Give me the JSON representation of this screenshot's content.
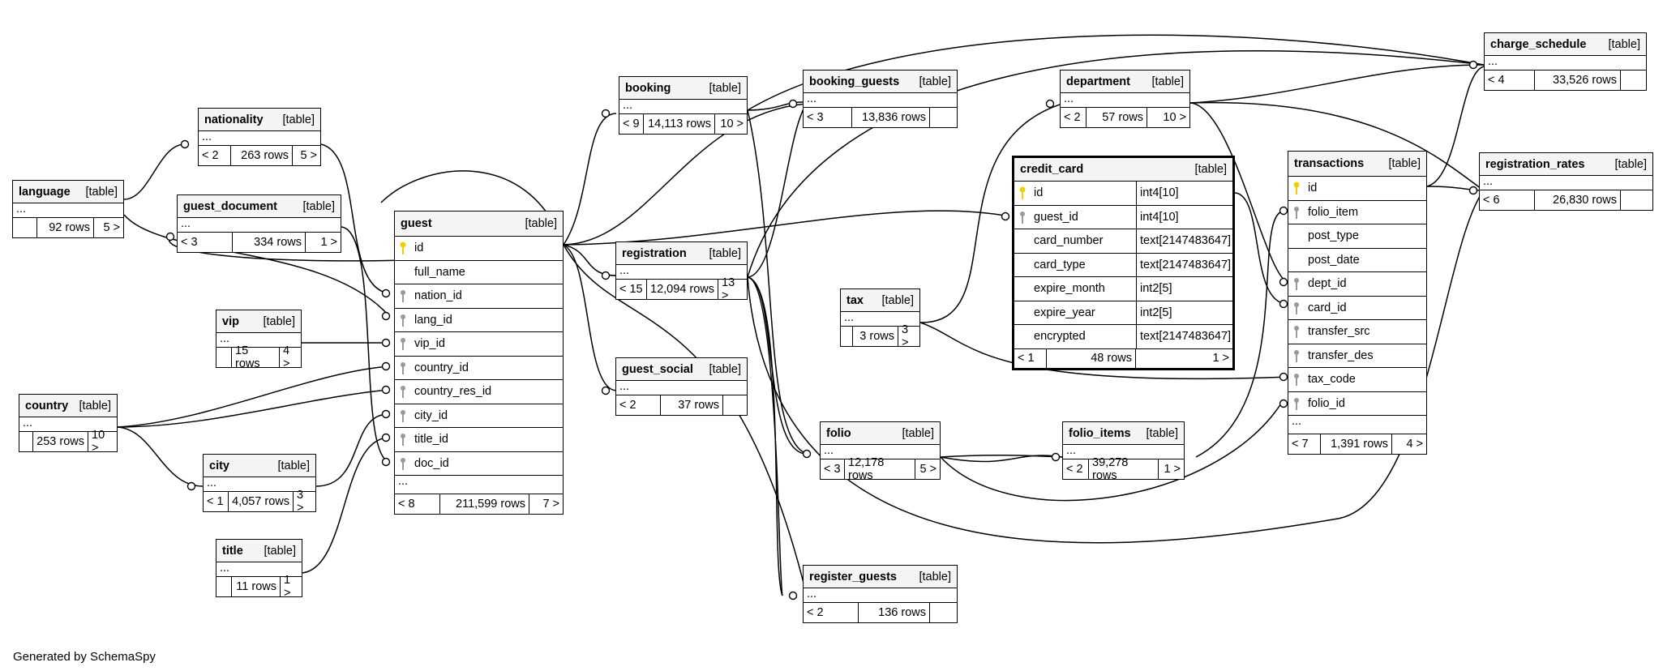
{
  "footer": "Generated by SchemaSpy",
  "tables": {
    "language": {
      "name": "language",
      "tag": "[table]",
      "dots": "...",
      "f1": "",
      "f2": "92 rows",
      "f3": "5 >"
    },
    "nationality": {
      "name": "nationality",
      "tag": "[table]",
      "dots": "...",
      "f1": "< 2",
      "f2": "263 rows",
      "f3": "5 >"
    },
    "guest_document": {
      "name": "guest_document",
      "tag": "[table]",
      "dots": "...",
      "f1": "< 3",
      "f2": "334 rows",
      "f3": "1 >"
    },
    "vip": {
      "name": "vip",
      "tag": "[table]",
      "dots": "...",
      "f1": "",
      "f2": "15 rows",
      "f3": "4 >"
    },
    "country": {
      "name": "country",
      "tag": "[table]",
      "dots": "...",
      "f1": "",
      "f2": "253 rows",
      "f3": "10 >"
    },
    "city": {
      "name": "city",
      "tag": "[table]",
      "dots": "...",
      "f1": "< 1",
      "f2": "4,057 rows",
      "f3": "3 >"
    },
    "title": {
      "name": "title",
      "tag": "[table]",
      "dots": "...",
      "f1": "",
      "f2": "11 rows",
      "f3": "1 >"
    },
    "guest": {
      "name": "guest",
      "tag": "[table]",
      "cols": [
        "id",
        "full_name",
        "nation_id",
        "lang_id",
        "vip_id",
        "country_id",
        "country_res_id",
        "city_id",
        "title_id",
        "doc_id"
      ],
      "dots": "...",
      "f1": "< 8",
      "f2": "211,599 rows",
      "f3": "7 >"
    },
    "booking": {
      "name": "booking",
      "tag": "[table]",
      "dots": "...",
      "f1": "< 9",
      "f2": "14,113 rows",
      "f3": "10 >"
    },
    "registration": {
      "name": "registration",
      "tag": "[table]",
      "dots": "...",
      "f1": "< 15",
      "f2": "12,094 rows",
      "f3": "13 >"
    },
    "guest_social": {
      "name": "guest_social",
      "tag": "[table]",
      "dots": "...",
      "f1": "< 2",
      "f2": "37 rows",
      "f3": ""
    },
    "booking_guests": {
      "name": "booking_guests",
      "tag": "[table]",
      "dots": "...",
      "f1": "< 3",
      "f2": "13,836 rows",
      "f3": ""
    },
    "tax": {
      "name": "tax",
      "tag": "[table]",
      "dots": "...",
      "f1": "",
      "f2": "3 rows",
      "f3": "3 >"
    },
    "folio": {
      "name": "folio",
      "tag": "[table]",
      "dots": "...",
      "f1": "< 3",
      "f2": "12,178 rows",
      "f3": "5 >"
    },
    "register_guests": {
      "name": "register_guests",
      "tag": "[table]",
      "dots": "...",
      "f1": "< 2",
      "f2": "136 rows",
      "f3": ""
    },
    "department": {
      "name": "department",
      "tag": "[table]",
      "dots": "...",
      "f1": "< 2",
      "f2": "57 rows",
      "f3": "10 >"
    },
    "credit_card": {
      "name": "credit_card",
      "tag": "[table]",
      "cols": [
        [
          "id",
          "int4[10]"
        ],
        [
          "guest_id",
          "int4[10]"
        ],
        [
          "card_number",
          "text[2147483647]"
        ],
        [
          "card_type",
          "text[2147483647]"
        ],
        [
          "expire_month",
          "int2[5]"
        ],
        [
          "expire_year",
          "int2[5]"
        ],
        [
          "encrypted",
          "text[2147483647]"
        ]
      ],
      "f1": "< 1",
      "f2": "48 rows",
      "f3": "1 >"
    },
    "folio_items": {
      "name": "folio_items",
      "tag": "[table]",
      "dots": "...",
      "f1": "< 2",
      "f2": "39,278 rows",
      "f3": "1 >"
    },
    "transactions": {
      "name": "transactions",
      "tag": "[table]",
      "cols": [
        "id",
        "folio_item",
        "post_type",
        "post_date",
        "dept_id",
        "card_id",
        "transfer_src",
        "transfer_des",
        "tax_code",
        "folio_id"
      ],
      "dots": "...",
      "f1": "< 7",
      "f2": "1,391 rows",
      "f3": "4 >"
    },
    "charge_schedule": {
      "name": "charge_schedule",
      "tag": "[table]",
      "dots": "...",
      "f1": "< 4",
      "f2": "33,526 rows",
      "f3": ""
    },
    "registration_rates": {
      "name": "registration_rates",
      "tag": "[table]",
      "dots": "...",
      "f1": "< 6",
      "f2": "26,830 rows",
      "f3": ""
    }
  },
  "colors": {
    "pk": "#f0d000",
    "fk": "#9a9a9a"
  }
}
